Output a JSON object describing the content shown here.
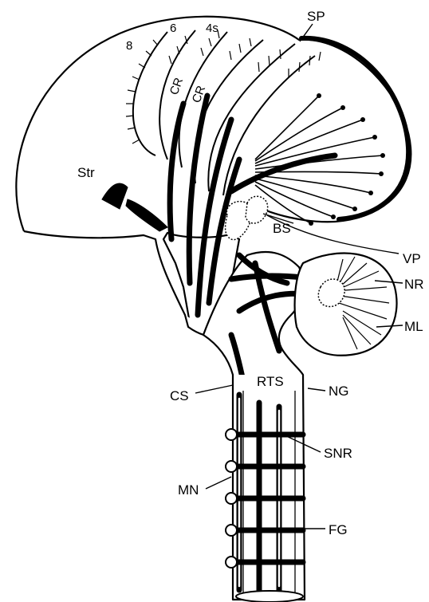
{
  "labels": {
    "sp": "SP",
    "n8": "8",
    "n6": "6",
    "n4s": "4s",
    "cr1": "CR",
    "cr2": "CR",
    "str": "Str",
    "bs": "BS",
    "vp": "VP",
    "nr": "NR",
    "ml": "ML",
    "rts": "RTS",
    "ng": "NG",
    "cs": "CS",
    "snr": "SNR",
    "mn": "MN",
    "fg": "FG"
  }
}
